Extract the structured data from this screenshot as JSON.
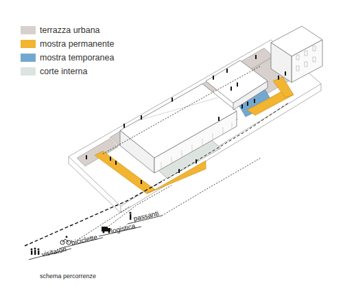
{
  "diagram": {
    "caption": "schema percorrenze",
    "labels": [
      "passanti",
      "logistica",
      "biciclette",
      "visitatori"
    ],
    "legend": [
      {
        "text": "terrazza urbana",
        "color": "#d7d0cc"
      },
      {
        "text": "mostra permanente",
        "color": "#f2b431"
      },
      {
        "text": "mostra temporanea",
        "color": "#72a8cf"
      },
      {
        "text": "corte interna",
        "color": "#dde4e0"
      }
    ]
  }
}
